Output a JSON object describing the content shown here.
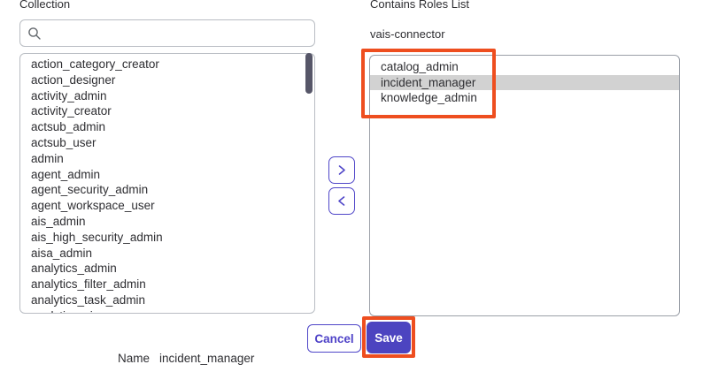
{
  "left_panel": {
    "title": "Collection",
    "search": {
      "placeholder": "",
      "value": "",
      "icon": "search-icon"
    },
    "roles": [
      "action_category_creator",
      "action_designer",
      "activity_admin",
      "activity_creator",
      "actsub_admin",
      "actsub_user",
      "admin",
      "agent_admin",
      "agent_security_admin",
      "agent_workspace_user",
      "ais_admin",
      "ais_high_security_admin",
      "aisa_admin",
      "analytics_admin",
      "analytics_filter_admin",
      "analytics_task_admin",
      "analytics_viewer"
    ]
  },
  "transfer": {
    "move_right_icon": "chevron-right-icon",
    "move_left_icon": "chevron-left-icon"
  },
  "right_panel": {
    "title": "Contains Roles List",
    "subtitle": "vais-connector",
    "roles": [
      "catalog_admin",
      "incident_manager",
      "knowledge_admin"
    ],
    "selected_index": 1,
    "selected_role": "incident_manager"
  },
  "footer": {
    "cancel_label": "Cancel",
    "save_label": "Save"
  },
  "name_row": {
    "label": "Name",
    "value": "incident_manager"
  },
  "annotations": {
    "color": "#ee4e1f",
    "highlighted_regions": [
      "contains-roles-top-items",
      "save-button"
    ]
  },
  "colors": {
    "accent": "#4f46c8",
    "save_fill": "#4c44c0",
    "selected_row": "#d2d2d2",
    "border": "#b9bdc3",
    "scrollbar": "#565668",
    "text": "#2e2e32"
  }
}
